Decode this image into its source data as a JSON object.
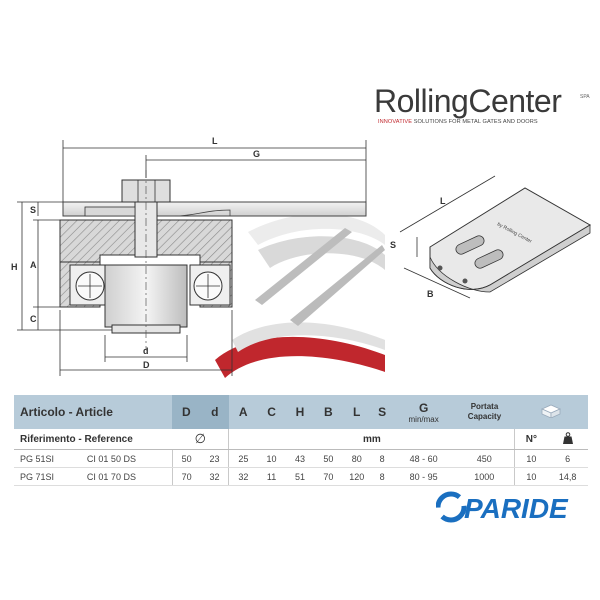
{
  "logo": {
    "brand": "RollingCenter",
    "suffix": "SPA",
    "tagline_red": "INNOVATIVE",
    "tagline_rest": " SOLUTIONS FOR METAL GATES AND DOORS",
    "accent": "#c0272d"
  },
  "drawing": {
    "dims": [
      "L",
      "G",
      "S",
      "H",
      "A",
      "C",
      "d",
      "D"
    ],
    "iso_dims": [
      "L",
      "S",
      "B"
    ],
    "engraving": "by Rolling Center"
  },
  "table": {
    "headers": {
      "article": "Articolo - Article",
      "D": "D",
      "d": "d",
      "A": "A",
      "C": "C",
      "H": "H",
      "B": "B",
      "L": "L",
      "S": "S",
      "G": "G",
      "G_sub": "min/max",
      "capacity_1": "Portata",
      "capacity_2": "Capacity",
      "box_icon": "box-icon"
    },
    "subheader": {
      "reference": "Riferimento - Reference",
      "diameter_symbol": "∅",
      "unit": "mm",
      "count": "N°",
      "weight_icon": "weight-icon"
    },
    "rows": [
      {
        "article": "PG 51SI",
        "code": "CI 01 50 DS",
        "D": "50",
        "d": "23",
        "A": "25",
        "C": "10",
        "H": "43",
        "B": "50",
        "L": "80",
        "S": "8",
        "G": "48 - 60",
        "capacity": "450",
        "n": "10",
        "weight": "6"
      },
      {
        "article": "PG 71SI",
        "code": "CI 01 70 DS",
        "D": "70",
        "d": "32",
        "A": "32",
        "C": "11",
        "H": "51",
        "B": "70",
        "L": "120",
        "S": "8",
        "G": "80 - 95",
        "capacity": "1000",
        "n": "10",
        "weight": "14,8"
      }
    ]
  },
  "paride": {
    "text": "PARIDE",
    "color": "#1a6fc0"
  }
}
